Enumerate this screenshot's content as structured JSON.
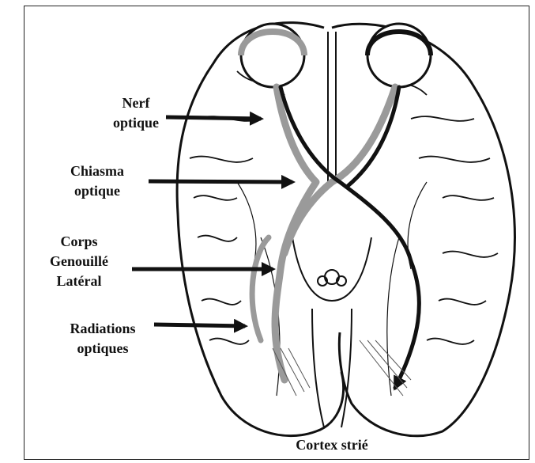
{
  "figure": {
    "colors": {
      "ink": "#111111",
      "pathway": "#9a9a9a",
      "paper": "#ffffff"
    }
  },
  "labels": {
    "optic_nerve": [
      "Nerf",
      "optique"
    ],
    "chiasm": [
      "Chiasma",
      "optique"
    ],
    "lgn": [
      "Corps",
      "Genouillé",
      "Latéral"
    ],
    "radiations": [
      "Radiations",
      "optiques"
    ],
    "cortex": "Cortex strié"
  }
}
